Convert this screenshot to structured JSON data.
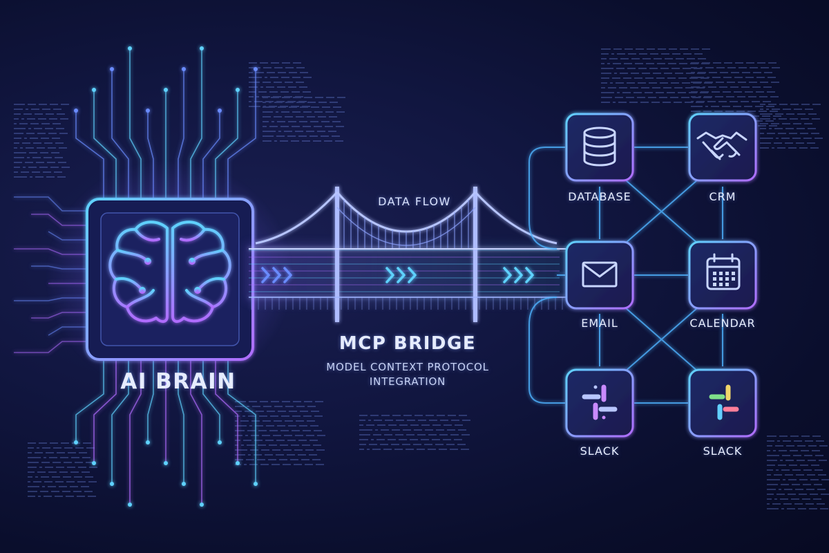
{
  "ai_brain": {
    "label": "AI BRAIN",
    "icon": "brain-icon"
  },
  "bridge": {
    "flow_label": "DATA FLOW",
    "title": "MCP BRIDGE",
    "subtitle_line1": "MODEL CONTEXT PROTOCOL",
    "subtitle_line2": "INTEGRATION",
    "icon": "suspension-bridge-icon"
  },
  "tools": [
    {
      "label": "DATABASE",
      "icon": "database-icon"
    },
    {
      "label": "CRM",
      "icon": "handshake-icon"
    },
    {
      "label": "EMAIL",
      "icon": "envelope-icon"
    },
    {
      "label": "CALENDAR",
      "icon": "calendar-icon"
    },
    {
      "label": "SLACK",
      "icon": "slack-mono-icon"
    },
    {
      "label": "SLACK",
      "icon": "slack-color-icon"
    }
  ],
  "colors": {
    "background": "#0a0e2c",
    "accent_cyan": "#5fd2ff",
    "accent_violet": "#b06cff",
    "accent_blue": "#6a8cff",
    "slack_green": "#7fe08a",
    "slack_yellow": "#f1d66a",
    "slack_red": "#ff7f9a",
    "slack_cyan": "#62d0ff"
  }
}
